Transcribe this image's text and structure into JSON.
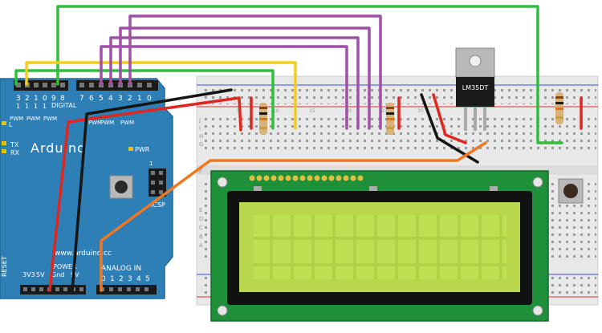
{
  "arduino": {
    "brand": "Arduino",
    "url": "www.arduino.cc",
    "digital_label": "DIGITAL",
    "pins_left_top": [
      "3",
      "2",
      "1",
      "0",
      "9",
      "8"
    ],
    "pins_right_top": [
      "7",
      "6",
      "5",
      "4",
      "3",
      "2",
      "1",
      "0"
    ],
    "pwm_labels": [
      "PWM",
      "PWM",
      "PWM"
    ],
    "pwm_right": [
      "PWM",
      "PWM",
      "PWM"
    ],
    "led_labels": [
      "L",
      "TX",
      "RX"
    ],
    "tx_rx": [
      "TX",
      "RX"
    ],
    "pwr_label": "PWR",
    "icsp_label": "ICSP",
    "icsp_num": "1",
    "reset_label": "RESET",
    "power_label": "POWER",
    "v33_label": "3V3",
    "v5_label": "5V",
    "gnd_label": "Gnd",
    "v9_label": "9V",
    "analog_label": "ANALOG IN",
    "analog_pins": [
      "0",
      "1",
      "2",
      "3",
      "4",
      "5"
    ]
  },
  "breadboard": {
    "col_numbers": [
      "5",
      "10",
      "15",
      "20",
      "25",
      "30"
    ],
    "row_letters_top": [
      "J",
      "I",
      "H",
      "G",
      "F"
    ],
    "row_letters_bottom": [
      "E",
      "D",
      "C",
      "B",
      "A"
    ]
  },
  "sensor": {
    "label": "LM35DT"
  },
  "colors": {
    "arduino_blue": "#2d7fb5",
    "lcd_green": "#b8d64e",
    "lcd_pcb": "#1f8f3a",
    "wire_green": "#2fbf3c",
    "wire_purple": "#a050a8",
    "wire_yellow": "#f2cc1e",
    "wire_red": "#e0261e",
    "wire_black": "#151515",
    "wire_orange": "#f07820"
  }
}
